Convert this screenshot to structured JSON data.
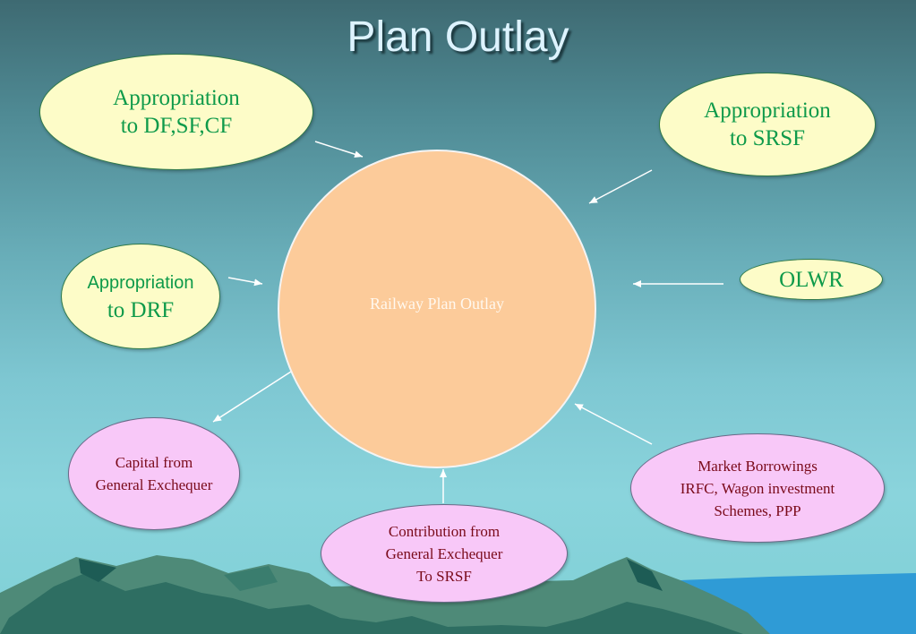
{
  "title": "Plan Outlay",
  "center": {
    "label": "Railway Plan Outlay"
  },
  "nodes": {
    "df_sf_cf": {
      "line1": "Appropriation",
      "line2": "to DF,SF,CF"
    },
    "srsf": {
      "line1": "Appropriation",
      "line2": "to SRSF"
    },
    "drf": {
      "line1": "Appropriation",
      "line2": "to DRF"
    },
    "olwr": {
      "line1": "OLWR"
    },
    "capital": {
      "line1": "Capital from",
      "line2": "General Exchequer"
    },
    "contribution": {
      "line1": "Contribution from",
      "line2": "General Exchequer",
      "line3": "To SRSF"
    },
    "market": {
      "line1": "Market Borrowings",
      "line2": "IRFC, Wagon investment",
      "line3": "Schemes, PPP"
    }
  },
  "colors": {
    "yellow_fill": "#fdfcc8",
    "yellow_text": "#0e9a4a",
    "pink_fill": "#f8c8f8",
    "pink_text": "#7a0a1a",
    "center_fill": "#fccb9a"
  }
}
